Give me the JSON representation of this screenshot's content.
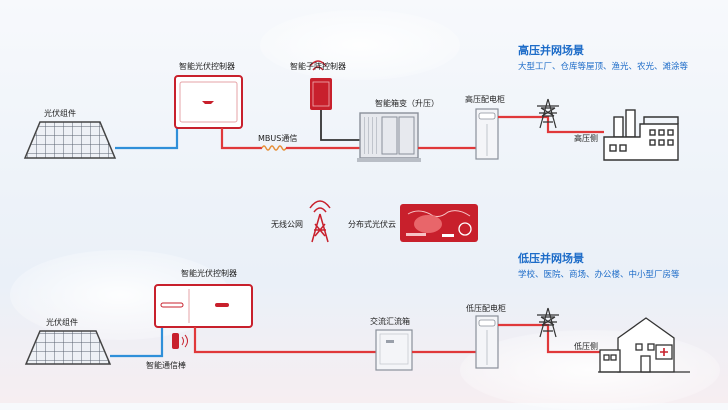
{
  "high": {
    "title": "高压并网场景",
    "subtitle": "大型工厂、仓库等屋顶、渔光、农光、滩涂等",
    "pv_label": "光伏组件",
    "inverter_label": "智能光伏控制器",
    "subarray_label": "智能子阵控制器",
    "mbus_label": "MBUS通信",
    "box_transformer_label": "智能箱变（升压）",
    "cabinet_label": "高压配电柜",
    "grid_side_label": "高压侧"
  },
  "middle": {
    "wireless_label": "无线公网",
    "cloud_label": "分布式光伏云"
  },
  "low": {
    "title": "低压并网场景",
    "subtitle": "学校、医院、商场、办公楼、中小型厂房等",
    "pv_label": "光伏组件",
    "inverter_label": "智能光伏控制器",
    "dongle_label": "智能通信棒",
    "combiner_label": "交流汇流箱",
    "cabinet_label": "低压配电柜",
    "grid_side_label": "低压侧"
  },
  "colors": {
    "dc_line": "#2f8fd9",
    "ac_line": "#e0383a",
    "device_outline": "#c8202c",
    "title_blue": "#1d6cc8"
  }
}
